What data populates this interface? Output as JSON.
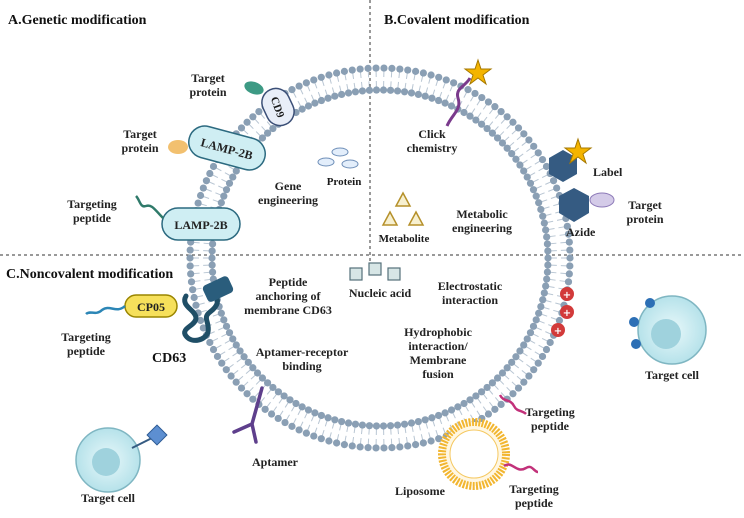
{
  "sections": {
    "genetic": "A.Genetic modification",
    "covalent": "B.Covalent modification",
    "noncovalent": "C.Noncovalent modification"
  },
  "labels": {
    "target_protein": "Target protein",
    "cd9": "CD9",
    "lamp2b": "LAMP-2B",
    "targeting_peptide": "Targeting peptide",
    "gene_engineering": "Gene engineering",
    "protein": "Protein",
    "metabolite": "Metabolite",
    "click_chemistry": "Click chemistry",
    "label": "Label",
    "azide": "Azide",
    "metabolic_engineering": "Metabolic engineering",
    "nucleic_acid": "Nucleic acid",
    "peptide_anchoring": "Peptide anchoring of membrane CD63",
    "cp05": "CP05",
    "cd63": "CD63",
    "electrostatic": "Electrostatic interaction",
    "hydrophobic": "Hydrophobic interaction/ Membrane fusion",
    "aptamer_receptor": "Aptamer-receptor binding",
    "aptamer": "Aptamer",
    "target_cell": "Target cell",
    "liposome": "Liposome"
  },
  "colors": {
    "membrane": "#8a9fb4",
    "lamp2b_fill": "#cfeef3",
    "cp05_fill": "#f6e05b",
    "charge": "#d23a3a",
    "liposome": "#f2b630",
    "hexagon": "#355b82",
    "star": "#f4b400",
    "cell": "#bfe8ee"
  }
}
